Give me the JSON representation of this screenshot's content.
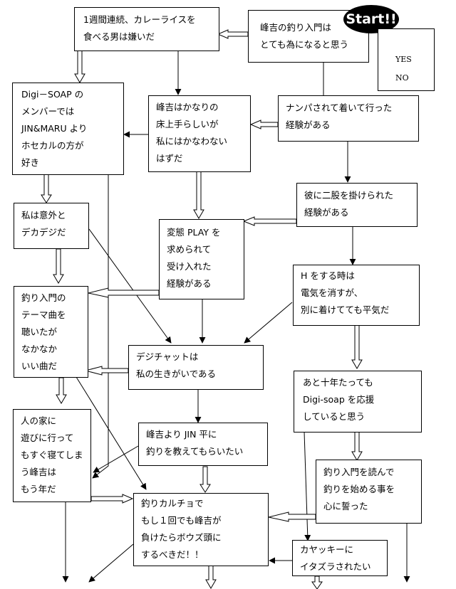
{
  "diagram": {
    "start_label": "Start!!",
    "legend": {
      "yes_label": "YES",
      "no_label": "NO",
      "yes_arrow_style": "hollow-double-arrow",
      "no_arrow_style": "solid-single-arrow"
    },
    "nodes": {
      "n1": [
        "峰吉の釣り入門は",
        "とても為になると思う"
      ],
      "n2": [
        "1週間連続、カレーライスを",
        "食べる男は嫌いだ"
      ],
      "n3": [
        "Digi－SOAP の",
        "メンバーでは",
        "JIN&MARU より",
        "ホセカルの方が",
        "好き"
      ],
      "n4": [
        "峰吉はかなりの",
        "床上手らしいが",
        "私にはかなわない",
        "はずだ"
      ],
      "n5": [
        "ナンパされて着いて行った",
        "経験がある"
      ],
      "n6": [
        "私は意外と",
        "デカデジだ"
      ],
      "n7": [
        "彼に二股を掛けられた",
        "経験がある"
      ],
      "n8": [
        "変態 PLAY を",
        "求められて",
        "受け入れた",
        "経験がある"
      ],
      "n9": [
        "H をする時は",
        "電気を消すが、",
        "別に着けてても平気だ"
      ],
      "n10": [
        "釣り入門の",
        "テーマ曲を",
        "聴いたが",
        "なかなか",
        "いい曲だ"
      ],
      "n11": [
        "デジチャットは",
        "私の生きがいである"
      ],
      "n12": [
        "あと十年たっても",
        "Digi-soap を応援",
        "していると思う"
      ],
      "n13": [
        "人の家に",
        "遊びに行って",
        "もすぐ寝てしま",
        "う峰吉は",
        "もう年だ"
      ],
      "n14": [
        "峰吉より JIN 平に",
        "釣りを教えてもらいたい"
      ],
      "n15": [
        "釣り入門を読んで",
        "釣りを始める事を",
        "心に誓った"
      ],
      "n16": [
        "釣りカルチョで",
        "もし１回でも峰吉が",
        "負けたらボウズ頭に",
        "するべきだ！！"
      ],
      "n17": [
        "カヤッキーに",
        "イタズラされたい"
      ]
    },
    "edges": [
      {
        "from": "n1",
        "to": "n2",
        "type": "yes"
      },
      {
        "from": "n1",
        "to": "n5",
        "type": "no"
      },
      {
        "from": "n2",
        "to": "n3",
        "type": "yes"
      },
      {
        "from": "n2",
        "to": "n4",
        "type": "no"
      },
      {
        "from": "n5",
        "to": "n4",
        "type": "yes"
      },
      {
        "from": "n5",
        "to": "n7",
        "type": "no"
      },
      {
        "from": "n4",
        "to": "n3",
        "type": "no"
      },
      {
        "from": "n4",
        "to": "n8",
        "type": "yes"
      },
      {
        "from": "n3",
        "to": "n6",
        "type": "yes"
      },
      {
        "from": "n3",
        "to": "n13",
        "type": "no"
      },
      {
        "from": "n7",
        "to": "n8",
        "type": "yes"
      },
      {
        "from": "n7",
        "to": "n9",
        "type": "no"
      },
      {
        "from": "n6",
        "to": "n10",
        "type": "yes"
      },
      {
        "from": "n6",
        "to": "n11",
        "type": "no"
      },
      {
        "from": "n8",
        "to": "n10",
        "type": "yes"
      },
      {
        "from": "n8",
        "to": "n11",
        "type": "no"
      },
      {
        "from": "n9",
        "to": "n11",
        "type": "no"
      },
      {
        "from": "n9",
        "to": "n12",
        "type": "yes"
      },
      {
        "from": "n11",
        "to": "n10",
        "type": "yes"
      },
      {
        "from": "n11",
        "to": "n14",
        "type": "no"
      },
      {
        "from": "n10",
        "to": "n13",
        "type": "yes"
      },
      {
        "from": "n10",
        "to": "n16",
        "type": "no"
      },
      {
        "from": "n14",
        "to": "n13",
        "type": "no"
      },
      {
        "from": "n14",
        "to": "n16",
        "type": "yes"
      },
      {
        "from": "n12",
        "to": "n15",
        "type": "yes"
      },
      {
        "from": "n12",
        "to": "n17",
        "type": "no"
      },
      {
        "from": "n13",
        "to": "n16",
        "type": "yes"
      },
      {
        "from": "n15",
        "to": "n16",
        "type": "yes"
      },
      {
        "from": "n17",
        "to": "n16",
        "type": "no"
      }
    ]
  }
}
